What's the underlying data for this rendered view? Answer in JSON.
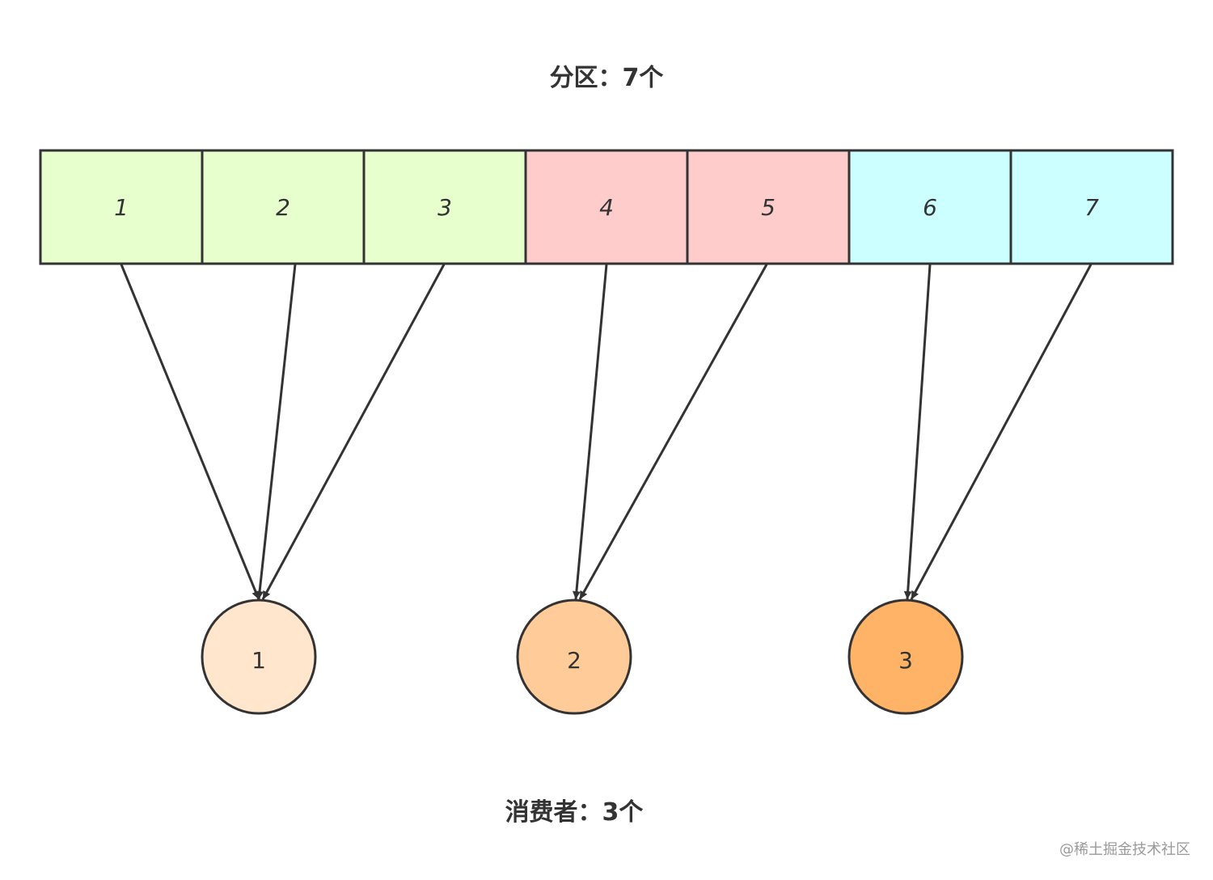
{
  "title": "分区：7个",
  "footer": "消费者：3个",
  "watermark": "@稀土掘金技术社区",
  "colors": {
    "stroke": "#333333",
    "group_a_fill": "#e6ffcc",
    "group_b_fill": "#ffcccc",
    "group_c_fill": "#ccffff",
    "consumer_1_fill": "#ffe6cc",
    "consumer_2_fill": "#ffcc99",
    "consumer_3_fill": "#ffb366"
  },
  "partitions": [
    {
      "label": "1",
      "consumer": "1"
    },
    {
      "label": "2",
      "consumer": "1"
    },
    {
      "label": "3",
      "consumer": "1"
    },
    {
      "label": "4",
      "consumer": "2"
    },
    {
      "label": "5",
      "consumer": "2"
    },
    {
      "label": "6",
      "consumer": "3"
    },
    {
      "label": "7",
      "consumer": "3"
    }
  ],
  "consumers": [
    {
      "label": "1"
    },
    {
      "label": "2"
    },
    {
      "label": "3"
    }
  ]
}
